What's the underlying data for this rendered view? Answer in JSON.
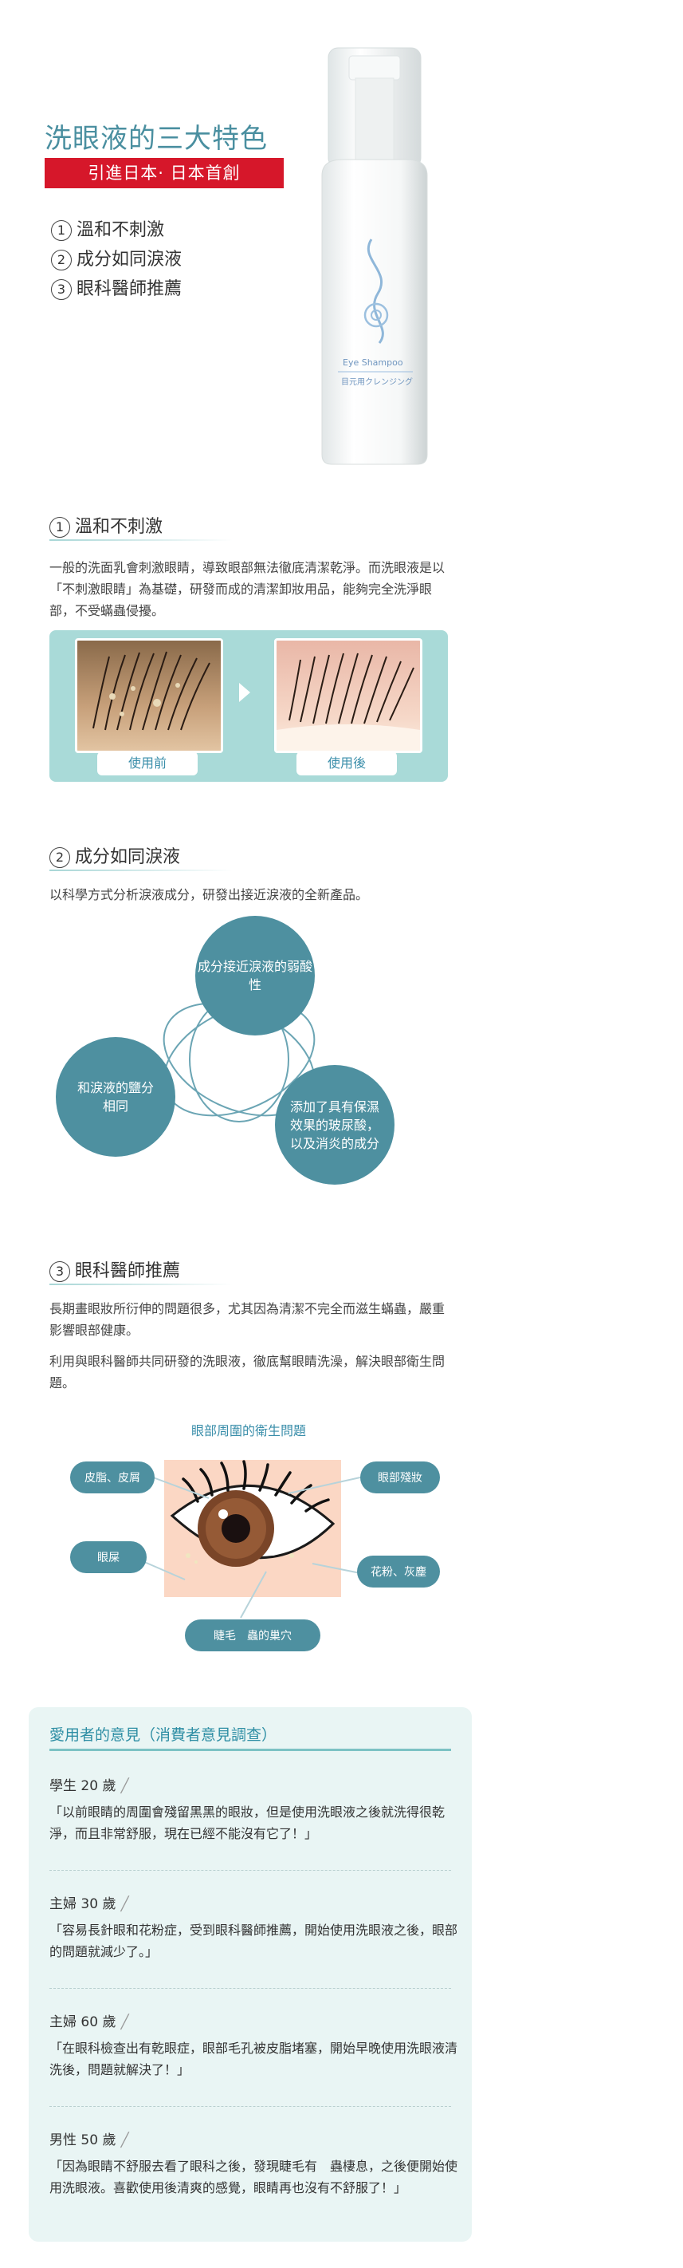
{
  "hero": {
    "title": "洗眼液的三大特色",
    "badge": "引進日本· 日本首創",
    "features": [
      {
        "num": "1",
        "label": "溫和不刺激"
      },
      {
        "num": "2",
        "label": "成分如同淚液"
      },
      {
        "num": "3",
        "label": "眼科醫師推薦"
      }
    ],
    "bottle": {
      "brand": "Eye Shampoo",
      "sub": "目元用クレンジング"
    }
  },
  "section1": {
    "num": "1",
    "heading": "溫和不刺激",
    "text": "一般的洗面乳會刺激眼睛，導致眼部無法徹底清潔乾淨。而洗眼液是以「不刺激眼睛」為基礎，研發而成的清潔卸妝用品，能夠完全洗淨眼部，不受蟎蟲侵擾。",
    "before_label": "使用前",
    "after_label": "使用後"
  },
  "section2": {
    "num": "2",
    "heading": "成分如同淚液",
    "text": "以科學方式分析淚液成分，研發出接近淚液的全新產品。",
    "bubbles": [
      "成分接近淚液的弱酸性",
      "和淚液的鹽分相同",
      "添加了具有保濕效果的玻尿酸，以及消炎的成分"
    ]
  },
  "section3": {
    "num": "3",
    "heading": "眼科醫師推薦",
    "text1": "長期畫眼妝所衍伸的問題很多，尤其因為清潔不完全而滋生蟎蟲，嚴重影響眼部健康。",
    "text2": "利用與眼科醫師共同研發的洗眼液，徹底幫眼睛洗澡，解決眼部衛生問題。",
    "diagram_title": "眼部周圍的衛生問題",
    "tags": {
      "sebum": "皮脂、皮屑",
      "makeup": "眼部殘妝",
      "eye_mucus": "眼屎",
      "pollen": "花粉、灰塵",
      "mites": "睫毛　蟲的巢穴"
    }
  },
  "reviews": {
    "title": "愛用者的意見（消費者意見調查）",
    "items": [
      {
        "who": "學生 20 歲",
        "quote": "「以前眼睛的周圍會殘留黑黑的眼妝，但是使用洗眼液之後就洗得很乾淨，而且非常舒服，現在已經不能沒有它了！」"
      },
      {
        "who": "主婦 30 歲",
        "quote": "「容易長針眼和花粉症，受到眼科醫師推薦，開始使用洗眼液之後，眼部的問題就減少了。」"
      },
      {
        "who": "主婦 60 歲",
        "quote": "「在眼科檢查出有乾眼症，眼部毛孔被皮脂堵塞，開始早晚使用洗眼液清洗後，問題就解決了！」"
      },
      {
        "who": "男性 50 歲",
        "quote": "「因為眼睛不舒服去看了眼科之後，發現睫毛有　蟲棲息，之後便開始使用洗眼液。喜歡使用後清爽的感覺，眼睛再也沒有不舒服了！」"
      }
    ]
  },
  "colors": {
    "accent": "#4a8fa0",
    "badge_red": "#d6172a",
    "panel_teal": "#a9dad8",
    "bubble_teal": "#4e90a0"
  }
}
